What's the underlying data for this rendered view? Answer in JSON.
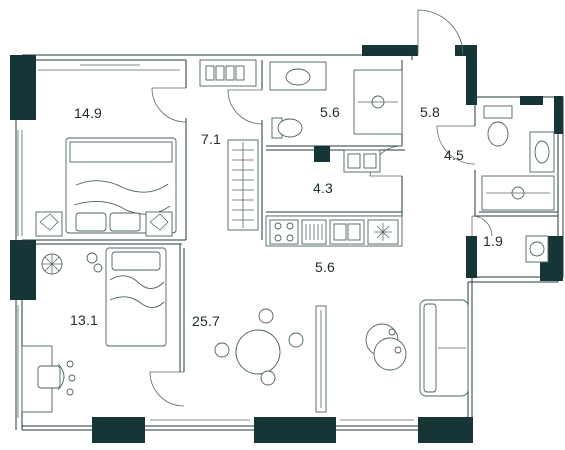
{
  "rooms": [
    {
      "id": "bedroom-1",
      "area": "14.9"
    },
    {
      "id": "corridor",
      "area": "7.1"
    },
    {
      "id": "bathroom-1",
      "area": "5.6"
    },
    {
      "id": "hall",
      "area": "5.8"
    },
    {
      "id": "bathroom-2",
      "area": "4.5"
    },
    {
      "id": "wardrobe",
      "area": "4.3"
    },
    {
      "id": "kitchen",
      "area": "5.6"
    },
    {
      "id": "storage",
      "area": "1.9"
    },
    {
      "id": "bedroom-2",
      "area": "13.1"
    },
    {
      "id": "living-room",
      "area": "25.7"
    }
  ],
  "colors": {
    "wall": "#173437",
    "line": "#233a3c",
    "text": "#1d2b2b",
    "background": "#ffffff"
  },
  "icons": [
    "bed-icon",
    "wardrobe-icon",
    "toilet-icon",
    "sink-icon",
    "bathtub-icon",
    "shower-icon",
    "washing-machine-icon",
    "stove-icon",
    "dining-table-icon",
    "sofa-icon",
    "desk-icon",
    "chair-icon",
    "armchair-icon",
    "door-icon",
    "window-icon",
    "plant-icon"
  ]
}
